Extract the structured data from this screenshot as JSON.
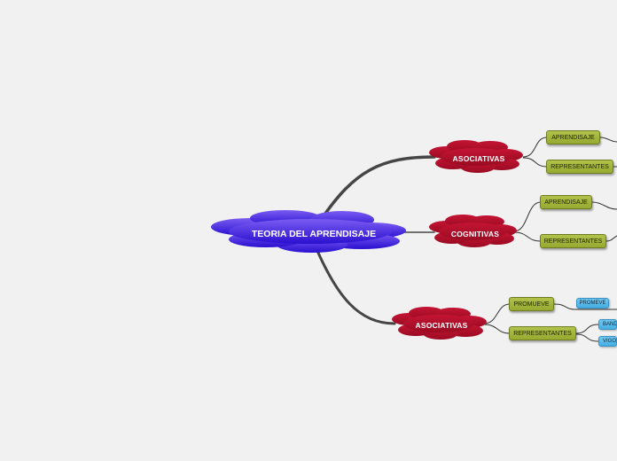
{
  "root": {
    "label": "TEORIA DEL APRENDISAJE",
    "color": "#4a22e0"
  },
  "branches": [
    {
      "label": "ASOCIATIVAS",
      "color": "#b0102a",
      "children": [
        {
          "label": "APRENDISAJE"
        },
        {
          "label": "REPRESENTANTES"
        }
      ]
    },
    {
      "label": "COGNITIVAS",
      "color": "#b0102a",
      "children": [
        {
          "label": "APRENDISAJE"
        },
        {
          "label": "REPRESENTANTES"
        }
      ]
    },
    {
      "label": "ASOCIATIVAS",
      "color": "#b0102a",
      "children": [
        {
          "label": "PROMUEVE",
          "children": [
            {
              "label": "PROMEVE"
            }
          ]
        },
        {
          "label": "REPRESENTANTES",
          "children": [
            {
              "label": "BANDURA"
            },
            {
              "label": "VIGOTSKY"
            }
          ]
        }
      ]
    }
  ],
  "colors": {
    "connector": "#444444",
    "leaf_green": "#a4b53c",
    "leaf_blue": "#5bbcec",
    "background": "#f1f1f1"
  }
}
